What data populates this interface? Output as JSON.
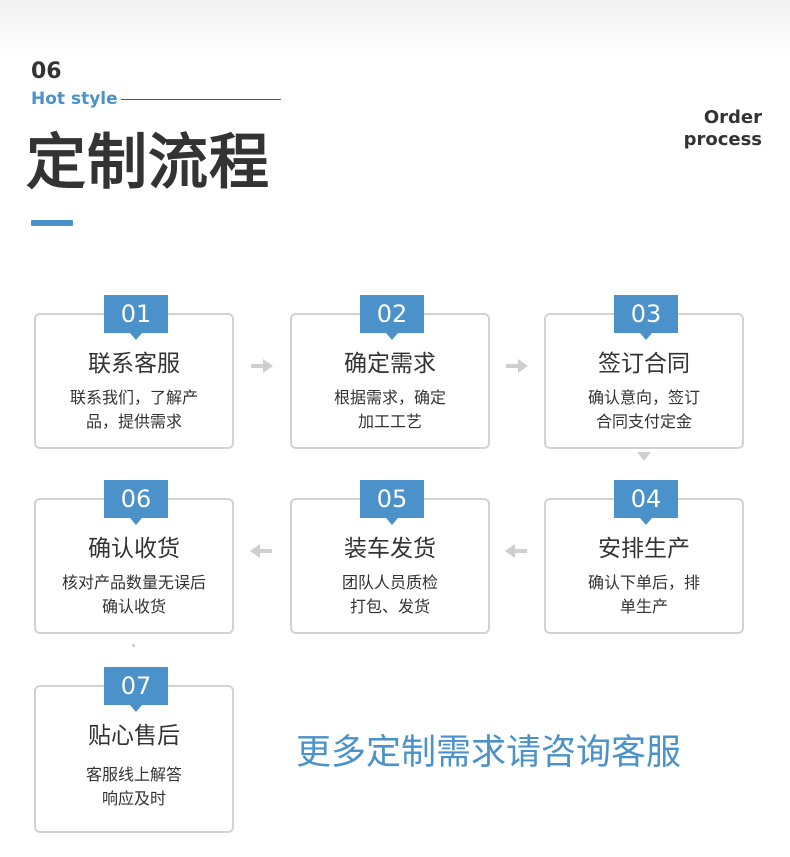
{
  "header": {
    "number": "06",
    "subtitle": "Hot style",
    "title": "定制流程",
    "side_text_line1": "Order",
    "side_text_line2": "process"
  },
  "steps": [
    {
      "num": "01",
      "title": "联系客服",
      "desc_line1": "联系我们，了解产",
      "desc_line2": "品，提供需求"
    },
    {
      "num": "02",
      "title": "确定需求",
      "desc_line1": "根据需求，确定",
      "desc_line2": "加工工艺"
    },
    {
      "num": "03",
      "title": "签订合同",
      "desc_line1": "确认意向，签订",
      "desc_line2": "合同支付定金"
    },
    {
      "num": "04",
      "title": "安排生产",
      "desc_line1": "确认下单后，排",
      "desc_line2": "单生产"
    },
    {
      "num": "05",
      "title": "装车发货",
      "desc_line1": "团队人员质检",
      "desc_line2": "打包、发货"
    },
    {
      "num": "06",
      "title": "确认收货",
      "desc_line1": "核对产品数量无误后",
      "desc_line2": "确认收货"
    },
    {
      "num": "07",
      "title": "贴心售后",
      "desc_line1": "客服线上解答",
      "desc_line2": "响应及时"
    }
  ],
  "cta": "更多定制需求请咨询客服",
  "colors": {
    "accent": "#4a92c9",
    "text": "#333333",
    "border": "#d2d2d2",
    "arrow": "#cfcfcf"
  },
  "icons": {
    "flow_arrow": "arrow-icon"
  }
}
